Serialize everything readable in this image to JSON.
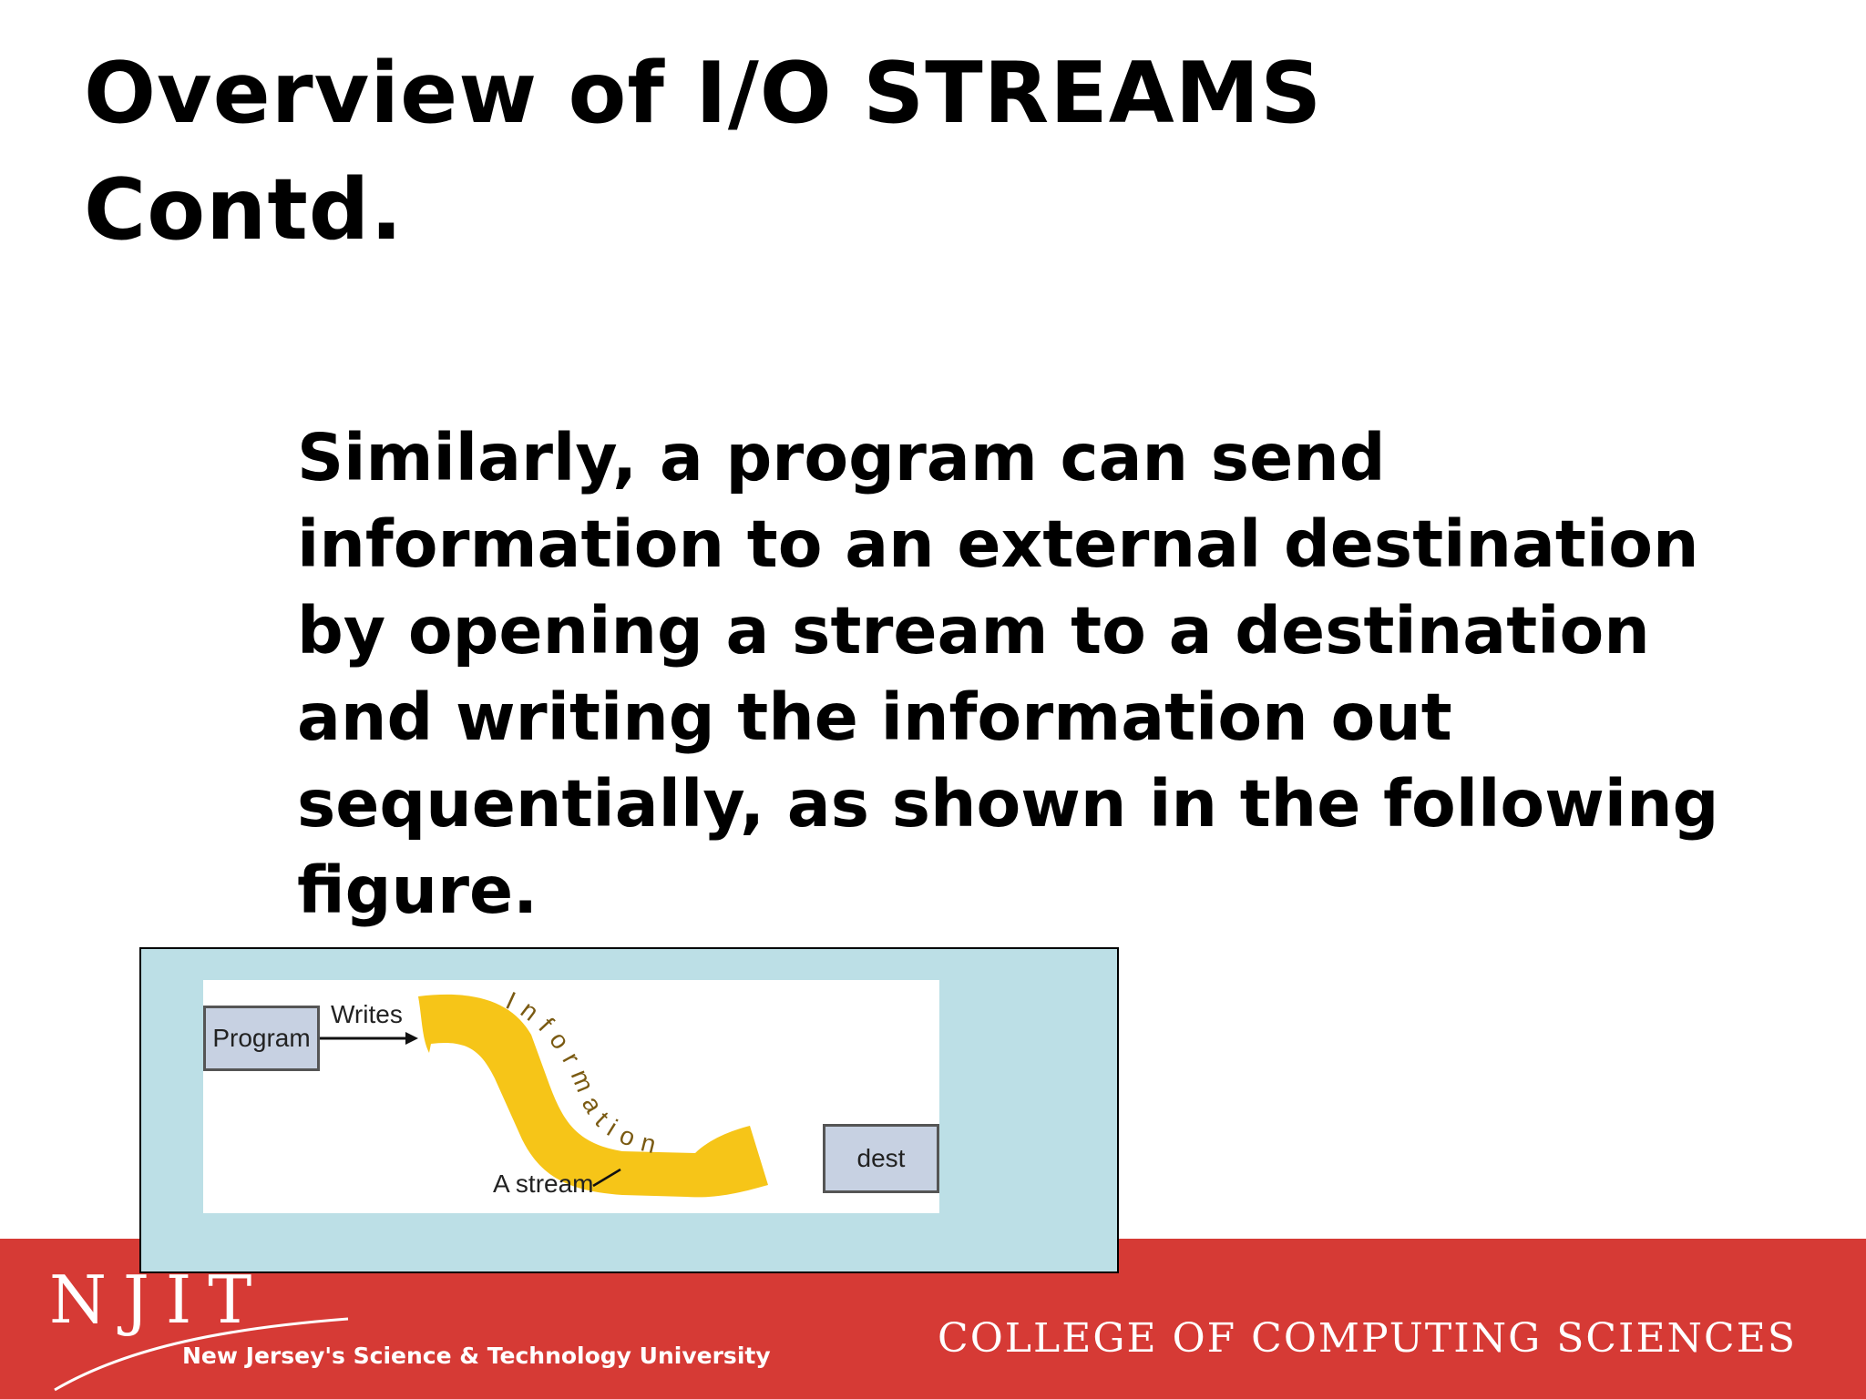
{
  "slide": {
    "title_lines": [
      "Overview of I/O STREAMS",
      "Contd."
    ],
    "body_lines": [
      "Similarly, a program can send",
      "information to an external destination",
      "by opening a stream to a destination",
      "and writing the information out",
      "sequentially, as shown in the following",
      "figure."
    ]
  },
  "figure": {
    "program_label": "Program",
    "writes_label": "Writes",
    "stream_text": "Information",
    "stream_label": "A stream",
    "dest_label": "dest",
    "stream_color": "#f6c518"
  },
  "footer": {
    "logo_letters": "NJIT",
    "tagline": "New Jersey's Science & Technology University",
    "college_name": "COLLEGE OF COMPUTING SCIENCES",
    "band_color": "#d63a35"
  }
}
